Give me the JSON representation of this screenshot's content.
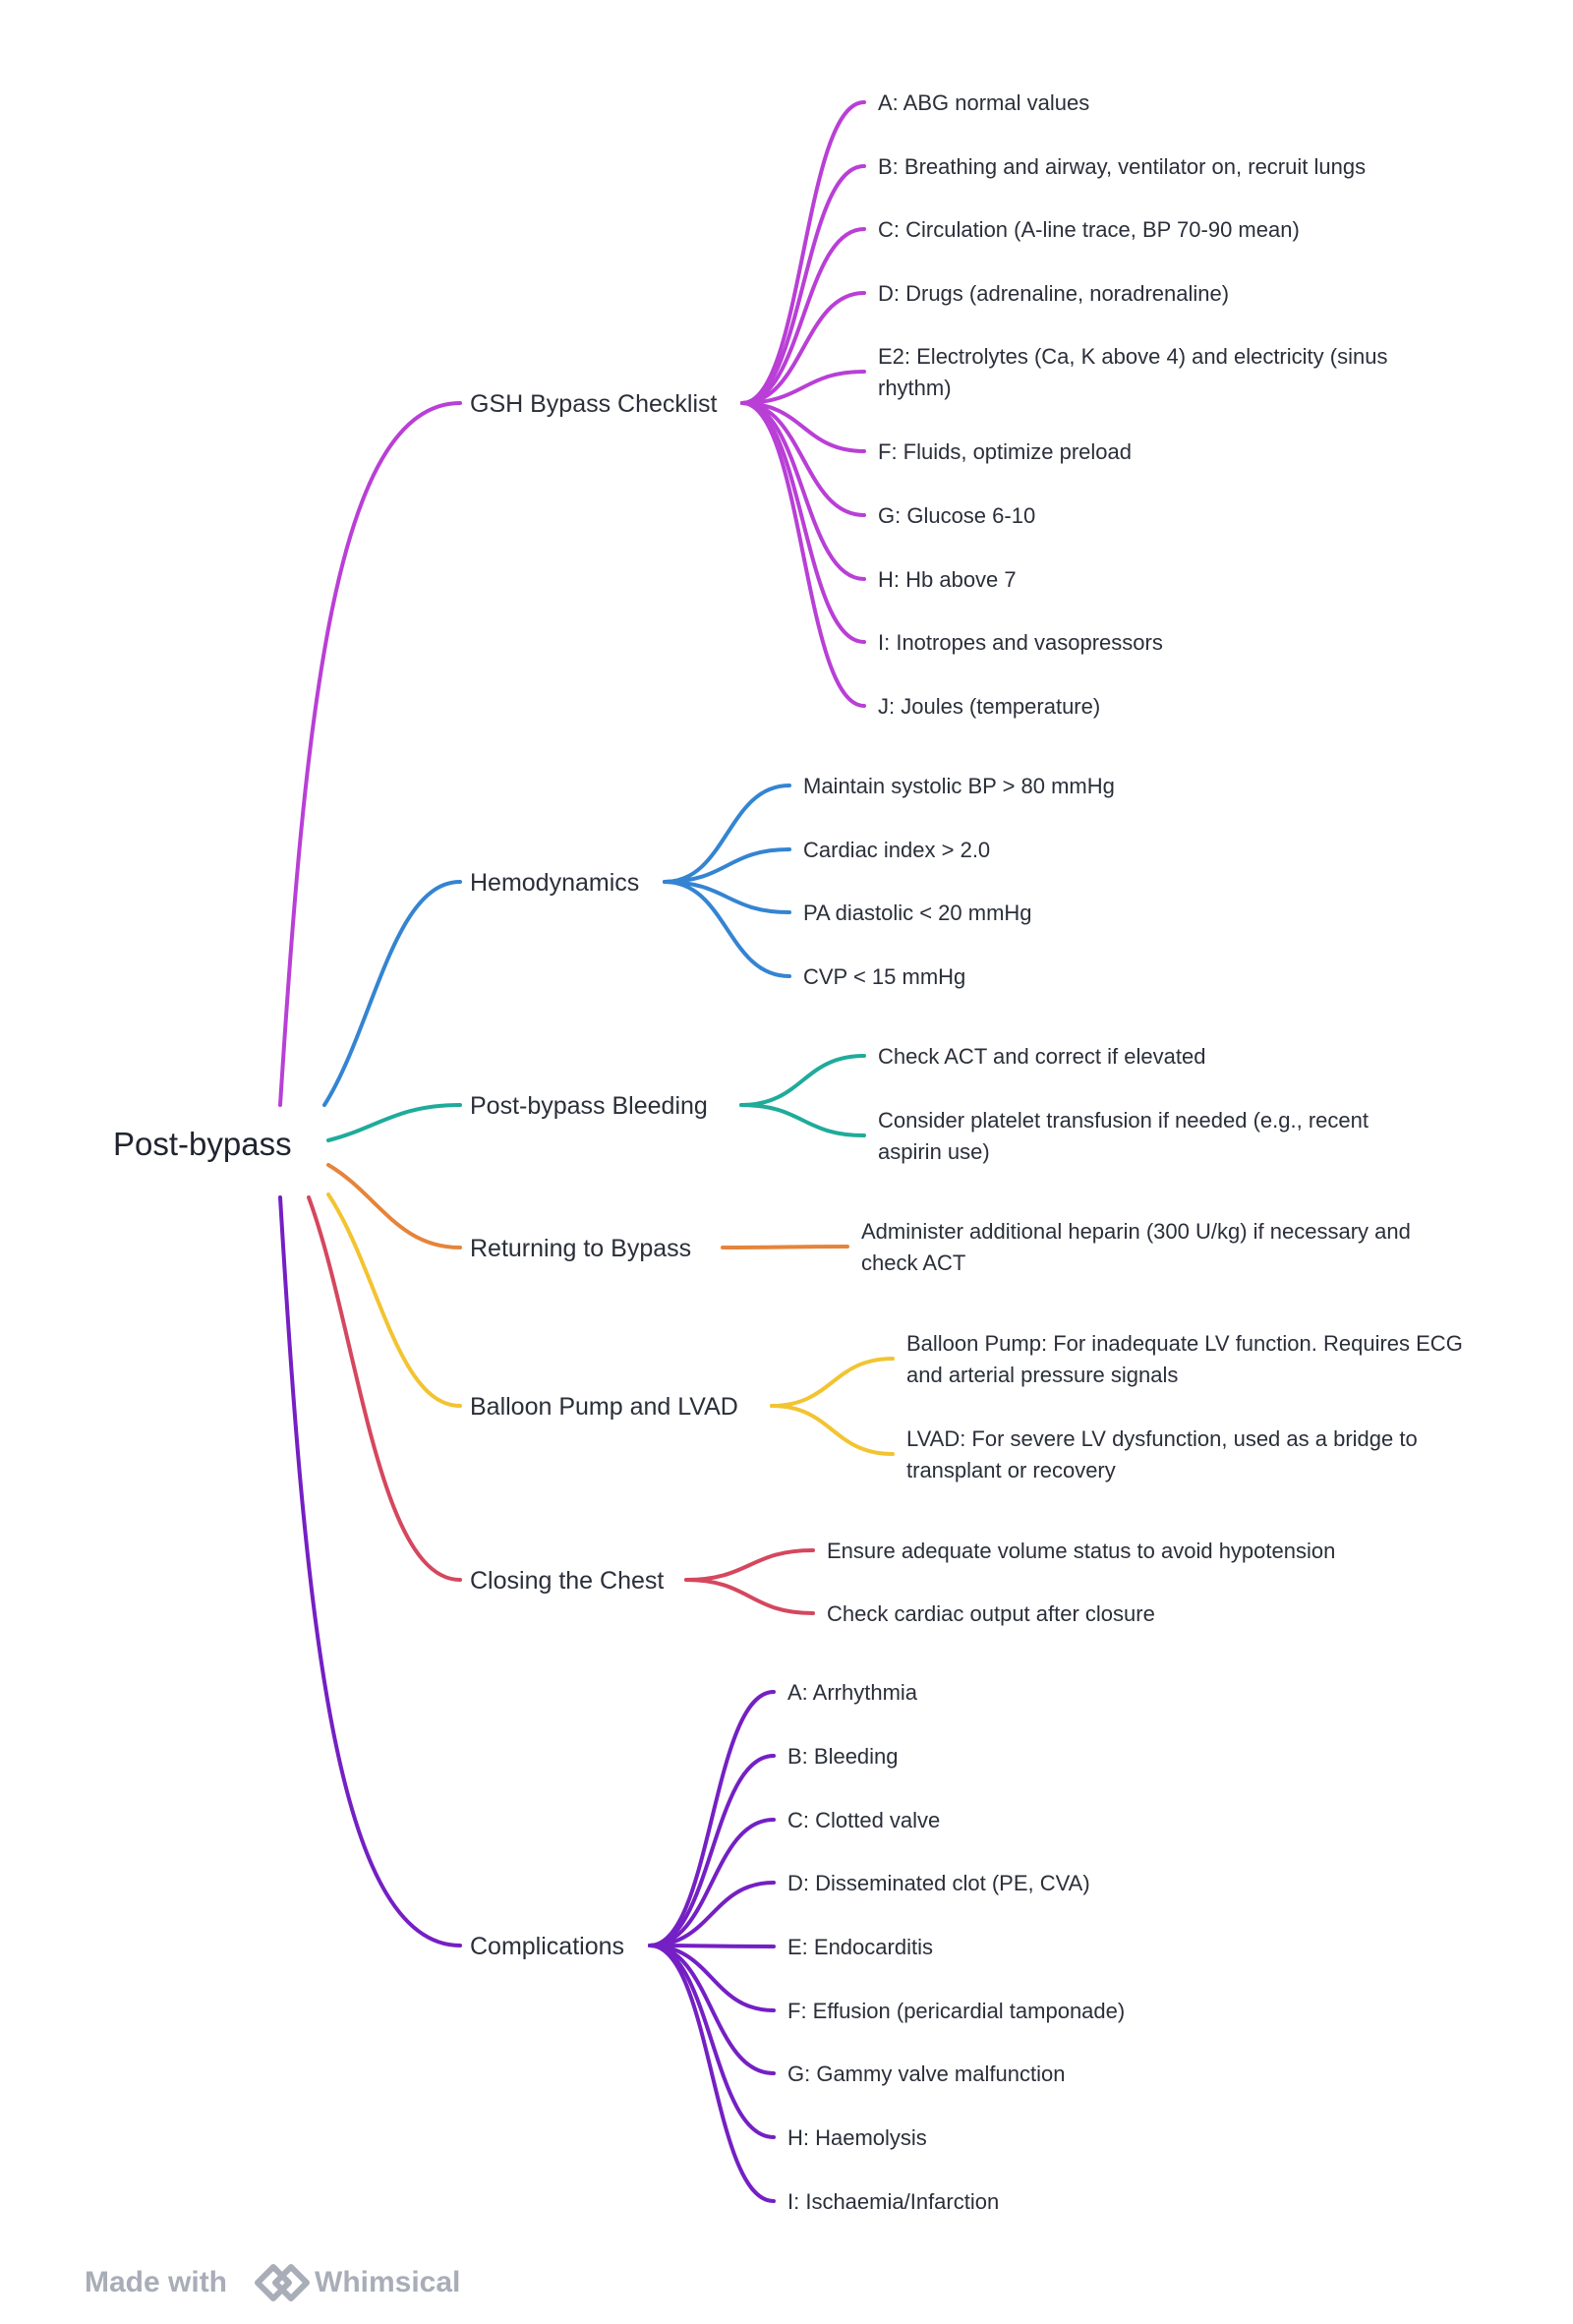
{
  "root": {
    "label": "Post-bypass"
  },
  "branches": [
    {
      "label": "GSH Bypass Checklist",
      "color": "#b93fd6",
      "children": [
        [
          "A: ABG normal values"
        ],
        [
          "B: Breathing and airway, ventilator on, recruit lungs"
        ],
        [
          "C: Circulation (A-line trace, BP 70-90 mean)"
        ],
        [
          "D: Drugs (adrenaline, noradrenaline)"
        ],
        [
          "E2: Electrolytes (Ca, K above 4) and electricity (sinus",
          "rhythm)"
        ],
        [
          "F: Fluids, optimize preload"
        ],
        [
          "G: Glucose 6-10"
        ],
        [
          "H: Hb above 7"
        ],
        [
          "I: Inotropes and vasopressors"
        ],
        [
          "J: Joules (temperature)"
        ]
      ]
    },
    {
      "label": "Hemodynamics",
      "color": "#3484d2",
      "children": [
        [
          "Maintain systolic BP > 80 mmHg"
        ],
        [
          "Cardiac index > 2.0"
        ],
        [
          "PA diastolic < 20 mmHg"
        ],
        [
          "CVP < 15 mmHg"
        ]
      ]
    },
    {
      "label": "Post-bypass Bleeding",
      "color": "#1fab9a",
      "children": [
        [
          "Check ACT and correct if elevated"
        ],
        [
          "Consider platelet transfusion if needed (e.g., recent",
          "aspirin use)"
        ]
      ]
    },
    {
      "label": "Returning to Bypass",
      "color": "#e5843a",
      "children": [
        [
          "Administer additional heparin (300 U/kg) if necessary and",
          "check ACT"
        ]
      ]
    },
    {
      "label": "Balloon Pump and LVAD",
      "color": "#f2c431",
      "children": [
        [
          "Balloon Pump: For inadequate LV function. Requires ECG",
          "and arterial pressure signals"
        ],
        [
          "LVAD: For severe LV dysfunction, used as a bridge to",
          "transplant or recovery"
        ]
      ]
    },
    {
      "label": "Closing the Chest",
      "color": "#d5475e",
      "children": [
        [
          "Ensure adequate volume status to avoid hypotension"
        ],
        [
          "Check cardiac output after closure"
        ]
      ]
    },
    {
      "label": "Complications",
      "color": "#7420c4",
      "children": [
        [
          "A: Arrhythmia"
        ],
        [
          "B: Bleeding"
        ],
        [
          "C: Clotted valve"
        ],
        [
          "D: Disseminated clot (PE, CVA)"
        ],
        [
          "E: Endocarditis"
        ],
        [
          "F: Effusion (pericardial tamponade)"
        ],
        [
          "G: Gammy valve malfunction"
        ],
        [
          "H: Haemolysis"
        ],
        [
          "I: Ischaemia/Infarction"
        ]
      ]
    }
  ],
  "footer": {
    "made_with": "Made with",
    "brand": "Whimsical",
    "logo_icon": "whimsical-logo-icon",
    "color": "#a8adb8"
  }
}
